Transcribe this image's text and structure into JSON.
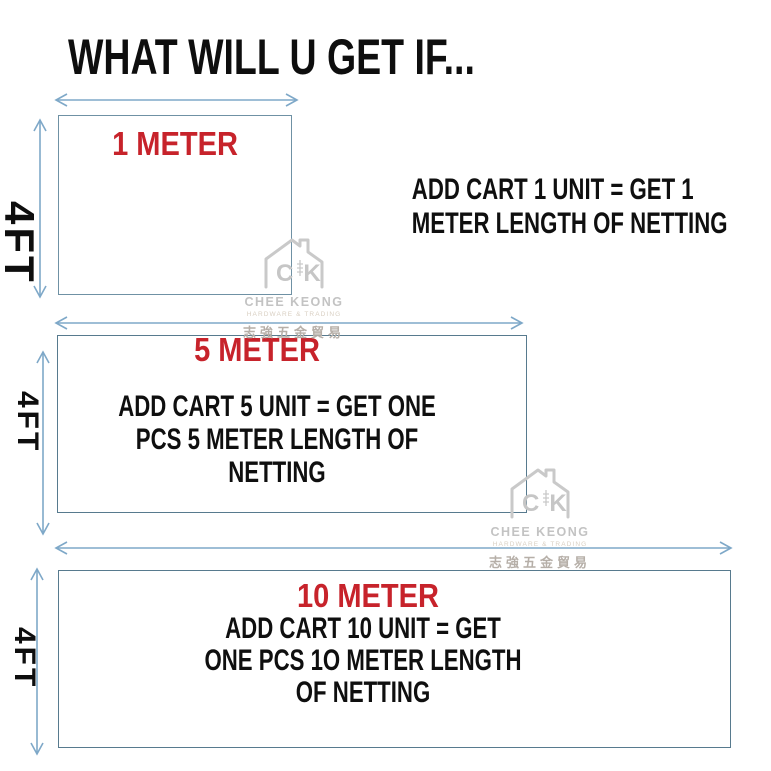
{
  "title": "WHAT WILL U GET IF...",
  "colors": {
    "accent_red": "#c7232b",
    "arrow_blue": "#7ea8c8",
    "box_border": "#577a8e",
    "text_black": "#0e0e0e",
    "watermark_gray": "#c6c6c6"
  },
  "panels": [
    {
      "size_label": "1 METER",
      "height_label": "4FT",
      "lines": [
        "ADD CART 1 UNIT = GET 1",
        "METER LENGTH OF NETTING"
      ]
    },
    {
      "size_label": "5 METER",
      "height_label": "4FT",
      "lines": [
        "ADD CART 5 UNIT = GET ONE",
        "PCS 5 METER LENGTH OF",
        "NETTING"
      ]
    },
    {
      "size_label": "10 METER",
      "height_label": "4FT",
      "lines": [
        "ADD CART 10 UNIT = GET",
        "ONE PCS 1O METER LENGTH",
        "OF NETTING"
      ]
    }
  ],
  "watermark": {
    "initials": "CK",
    "name": "CHEE KEONG",
    "tagline": "HARDWARE & TRADING",
    "chinese": "志強五金貿易"
  }
}
